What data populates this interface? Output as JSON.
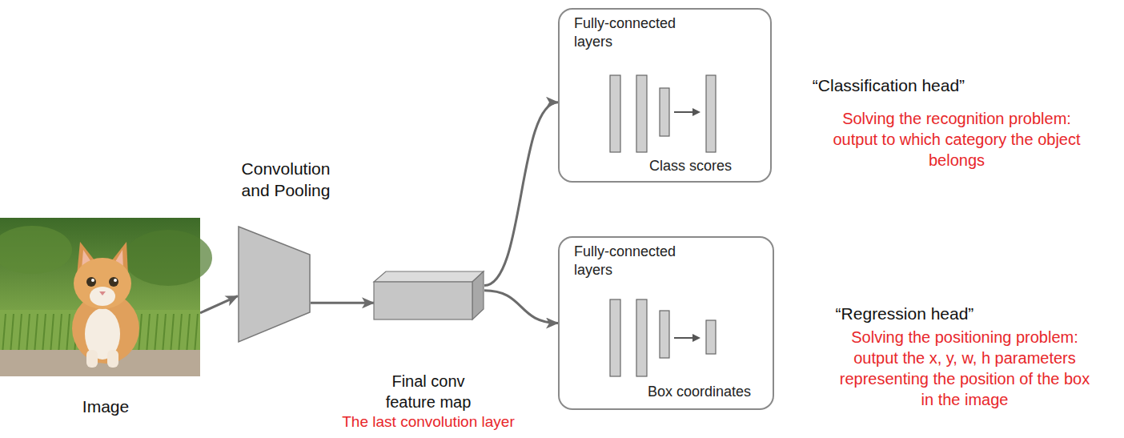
{
  "diagram": {
    "nodes": [
      {
        "text": [
          "Image"
        ]
      },
      {
        "text": [
          "Convolution and Pooling"
        ]
      },
      {
        "text": [
          "Final conv feature map",
          "The last convolution layer"
        ]
      },
      {
        "text": [
          "Fully-connected layers",
          "Class scores"
        ]
      },
      {
        "text": [
          "Fully-connected layers",
          "Box coordinates"
        ]
      }
    ],
    "edges": [
      {
        "from": 0,
        "to": 1,
        "arrow": "to"
      },
      {
        "from": 1,
        "to": 2,
        "arrow": "to"
      },
      {
        "from": 2,
        "to": 3,
        "arrow": "to"
      },
      {
        "from": 2,
        "to": 4,
        "arrow": "to"
      }
    ],
    "labels": [
      "“Classification head”",
      "Solving the recognition problem: output to which category the object belongs",
      "“Regression head”",
      "Solving the positioning problem: output the x, y, w, h parameters representing the position of the box in the image"
    ]
  }
}
